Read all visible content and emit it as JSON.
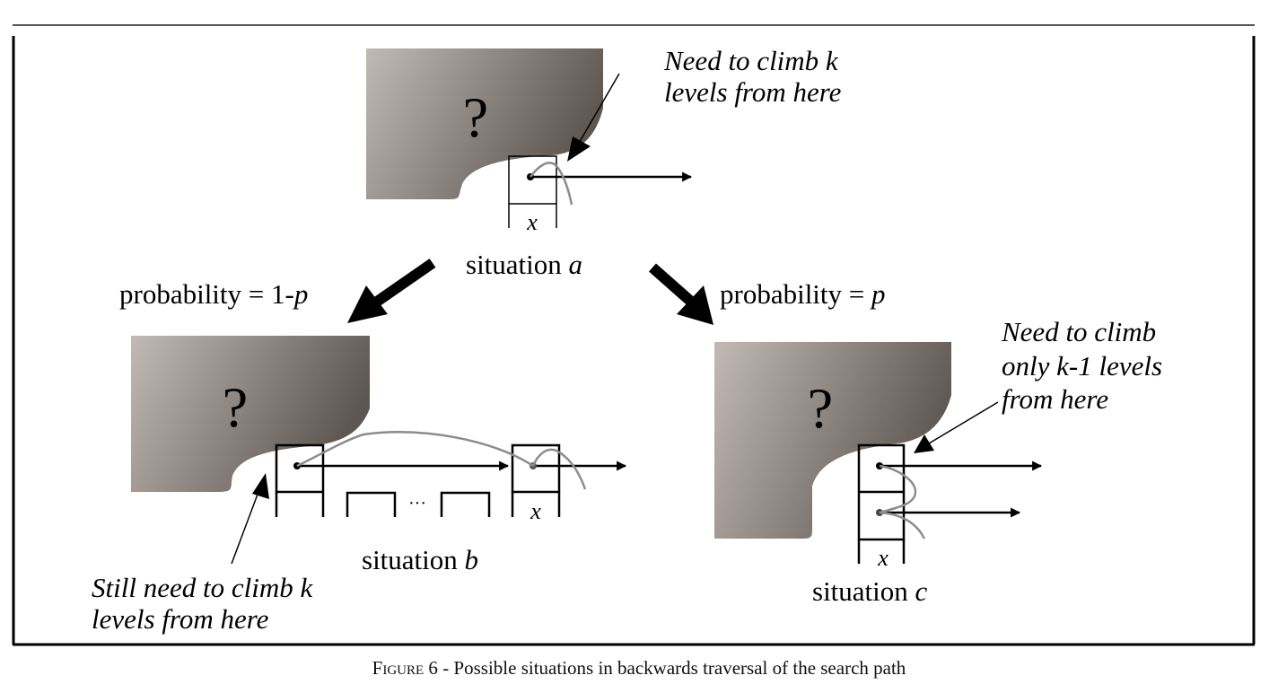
{
  "figure": {
    "caption_label": "Figure 6",
    "caption_text": " - Possible situations in backwards traversal of the search path",
    "unknown_region_glyph": "?",
    "colors": {
      "region_light": "#c2bab3",
      "region_dark": "#5e5651",
      "finger_curve": "#8c8c8c",
      "ink": "#000000"
    }
  },
  "situation_a": {
    "label": "situation ",
    "label_var": "a",
    "node_key": "x",
    "annotation_line1": "Need to climb k",
    "annotation_line2": "levels from here"
  },
  "branch_left": {
    "label": "probability = 1-",
    "label_var": "p"
  },
  "branch_right": {
    "label": "probability = ",
    "label_var": "p"
  },
  "situation_b": {
    "label": "situation ",
    "label_var": "b",
    "node_key": "x",
    "ellipsis": "···",
    "annotation_line1": "Still need to climb k",
    "annotation_line2": "levels from here"
  },
  "situation_c": {
    "label": "situation ",
    "label_var": "c",
    "node_key": "x",
    "annotation_line1": "Need to climb",
    "annotation_line2": "only k-1 levels",
    "annotation_line3": "from here"
  }
}
